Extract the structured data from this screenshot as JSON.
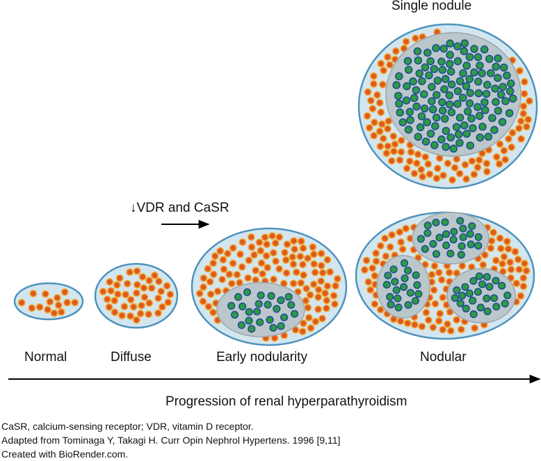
{
  "stages": {
    "normal": "Normal",
    "diffuse": "Diffuse",
    "early": "Early nodularity",
    "nodular": "Nodular",
    "single": "Single nodule"
  },
  "treatment_label": "↓VDR and CaSR",
  "axis_label": "Progression of renal hyperparathyroidism",
  "captions": [
    "CaSR, calcium-sensing receptor; VDR, vitamin D receptor.",
    "Adapted from Tominaga Y, Takagi H. Curr Opin Nephrol Hypertens. 1996 [9,11]",
    "Created with BioRender.com."
  ],
  "colors": {
    "gland_fill": "#d3e6ef",
    "gland_stroke": "#4e92bd",
    "nodule_fill": "#bcc7cc",
    "nodule_stroke": "#9aa6ac",
    "orange_cell": "#dd5a1e",
    "orange_ring": "#f3a530",
    "green_cell": "#2f9a44",
    "green_ring": "#1e4f8f"
  }
}
